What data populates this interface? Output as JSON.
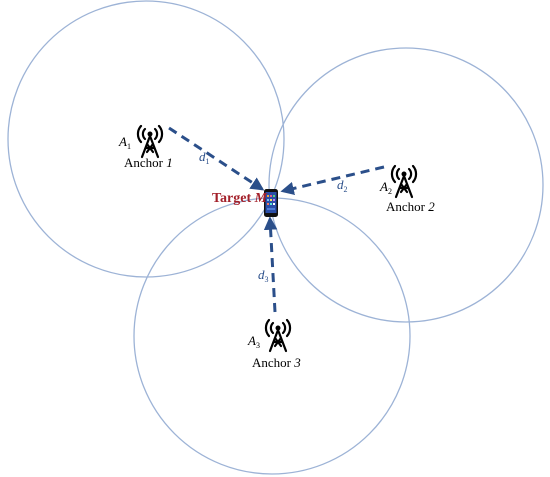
{
  "anchors": [
    {
      "symbol": "A",
      "index": "1",
      "name_prefix": "Anchor ",
      "name_number": "1"
    },
    {
      "symbol": "A",
      "index": "2",
      "name_prefix": "Anchor ",
      "name_number": "2"
    },
    {
      "symbol": "A",
      "index": "3",
      "name_prefix": "Anchor ",
      "name_number": "3"
    }
  ],
  "distances": [
    {
      "symbol": "d",
      "index": "1"
    },
    {
      "symbol": "d",
      "index": "2"
    },
    {
      "symbol": "d",
      "index": "3"
    }
  ],
  "target": {
    "prefix": "Target ",
    "symbol": "M"
  },
  "colors": {
    "circle": "#9db3d6",
    "distance_line": "#2b4f8a",
    "target_label": "#a3202a",
    "phone_screen": "#2a4ea8"
  },
  "icons": {
    "anchor": "cell-tower-icon",
    "target": "smartphone-icon"
  }
}
